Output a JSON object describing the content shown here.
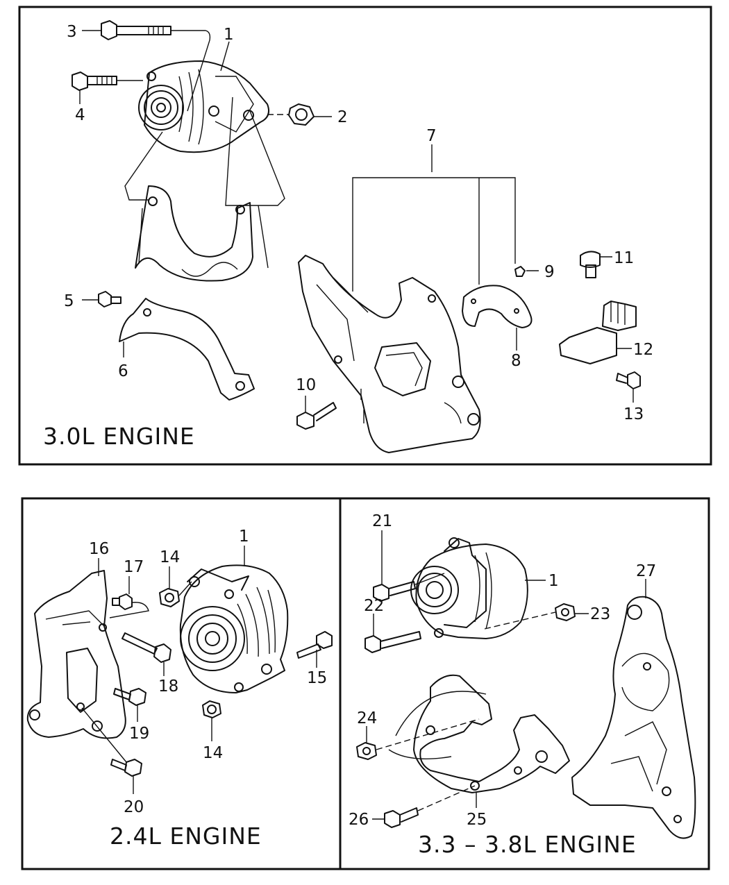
{
  "panels": {
    "top": {
      "engine_label": "3.0L  ENGINE"
    },
    "bottom_left": {
      "engine_label": "2.4L  ENGINE"
    },
    "bottom_right": {
      "engine_label": "3.3  –  3.8L  ENGINE"
    }
  },
  "callouts": {
    "c1": "1",
    "c2": "2",
    "c3": "3",
    "c4": "4",
    "c5": "5",
    "c6": "6",
    "c7": "7",
    "c8": "8",
    "c9": "9",
    "c10": "10",
    "c11": "11",
    "c12": "12",
    "c13": "13",
    "c14a": "14",
    "c14b": "14",
    "c15": "15",
    "c16": "16",
    "c17": "17",
    "c18": "18",
    "c19": "19",
    "c20": "20",
    "c1b": "1",
    "c21": "21",
    "c22": "22",
    "c23": "23",
    "c24": "24",
    "c25": "25",
    "c26": "26",
    "c27": "27",
    "c1c": "1"
  }
}
